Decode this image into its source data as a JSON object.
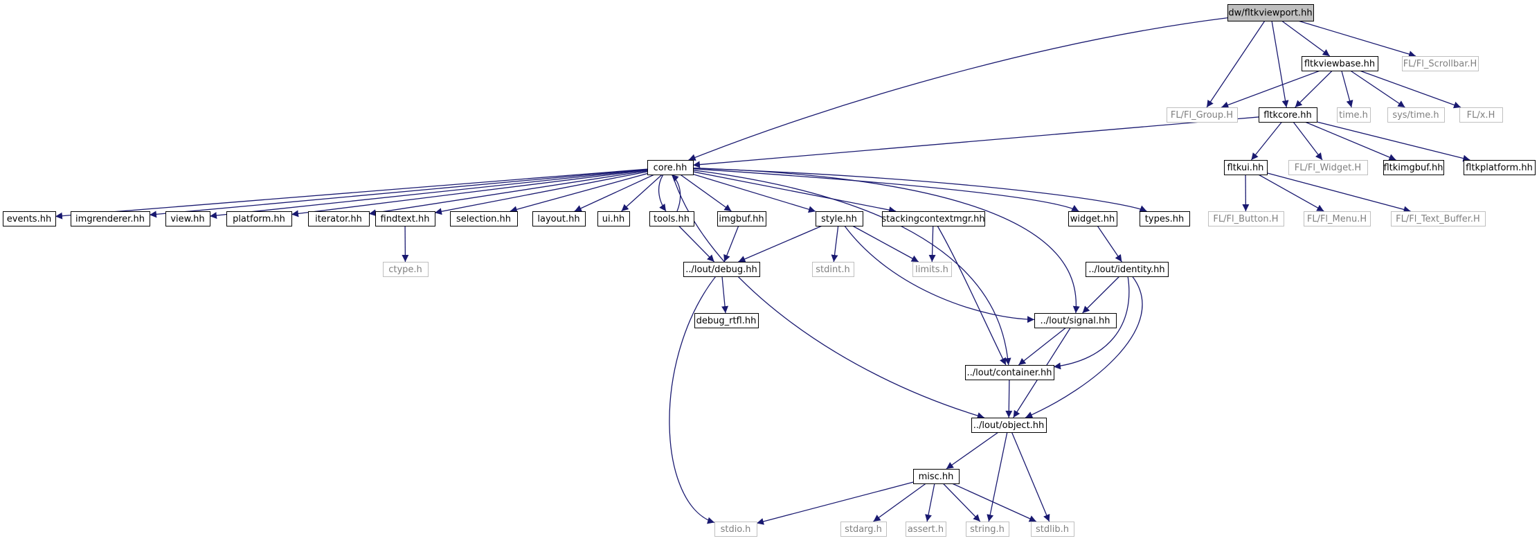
{
  "colors": {
    "edge": "#191970",
    "node_border": "#000000",
    "external_border": "#bfbfbf",
    "root_fill": "#bfbfbf",
    "node_fill": "#ffffff",
    "external_text": "#7f7f7f"
  },
  "nodes": [
    {
      "id": "n0",
      "label": "dw/fltkviewport.hh",
      "kind": "root"
    },
    {
      "id": "n1",
      "label": "core.hh",
      "kind": "file"
    },
    {
      "id": "n2",
      "label": "FL/Fl_Group.H",
      "kind": "external"
    },
    {
      "id": "n3",
      "label": "fltkcore.hh",
      "kind": "file"
    },
    {
      "id": "n4",
      "label": "fltkviewbase.hh",
      "kind": "file"
    },
    {
      "id": "n5",
      "label": "FL/Fl_Scrollbar.H",
      "kind": "external"
    },
    {
      "id": "n6",
      "label": "time.h",
      "kind": "external"
    },
    {
      "id": "n7",
      "label": "sys/time.h",
      "kind": "external"
    },
    {
      "id": "n8",
      "label": "FL/x.H",
      "kind": "external"
    },
    {
      "id": "n9",
      "label": "events.hh",
      "kind": "file"
    },
    {
      "id": "n10",
      "label": "imgrenderer.hh",
      "kind": "file"
    },
    {
      "id": "n11",
      "label": "view.hh",
      "kind": "file"
    },
    {
      "id": "n12",
      "label": "platform.hh",
      "kind": "file"
    },
    {
      "id": "n13",
      "label": "iterator.hh",
      "kind": "file"
    },
    {
      "id": "n14",
      "label": "findtext.hh",
      "kind": "file"
    },
    {
      "id": "n15",
      "label": "selection.hh",
      "kind": "file"
    },
    {
      "id": "n16",
      "label": "layout.hh",
      "kind": "file"
    },
    {
      "id": "n17",
      "label": "ui.hh",
      "kind": "file"
    },
    {
      "id": "n18",
      "label": "tools.hh",
      "kind": "file"
    },
    {
      "id": "n19",
      "label": "imgbuf.hh",
      "kind": "file"
    },
    {
      "id": "n20",
      "label": "style.hh",
      "kind": "file"
    },
    {
      "id": "n21",
      "label": "stackingcontextmgr.hh",
      "kind": "file"
    },
    {
      "id": "n22",
      "label": "widget.hh",
      "kind": "file"
    },
    {
      "id": "n23",
      "label": "types.hh",
      "kind": "file"
    },
    {
      "id": "n24",
      "label": "fltkui.hh",
      "kind": "file"
    },
    {
      "id": "n25",
      "label": "FL/Fl_Widget.H",
      "kind": "external"
    },
    {
      "id": "n26",
      "label": "fltkimgbuf.hh",
      "kind": "file"
    },
    {
      "id": "n27",
      "label": "fltkplatform.hh",
      "kind": "file"
    },
    {
      "id": "n28",
      "label": "ctype.h",
      "kind": "external"
    },
    {
      "id": "n29",
      "label": "../lout/debug.hh",
      "kind": "file"
    },
    {
      "id": "n30",
      "label": "stdint.h",
      "kind": "external"
    },
    {
      "id": "n31",
      "label": "limits.h",
      "kind": "external"
    },
    {
      "id": "n32",
      "label": "../lout/identity.hh",
      "kind": "file"
    },
    {
      "id": "n33",
      "label": "FL/Fl_Button.H",
      "kind": "external"
    },
    {
      "id": "n34",
      "label": "FL/Fl_Menu.H",
      "kind": "external"
    },
    {
      "id": "n35",
      "label": "FL/Fl_Text_Buffer.H",
      "kind": "external"
    },
    {
      "id": "n36",
      "label": "debug_rtfl.hh",
      "kind": "file"
    },
    {
      "id": "n37",
      "label": "../lout/signal.hh",
      "kind": "file"
    },
    {
      "id": "n38",
      "label": "../lout/container.hh",
      "kind": "file"
    },
    {
      "id": "n39",
      "label": "../lout/object.hh",
      "kind": "file"
    },
    {
      "id": "n40",
      "label": "misc.hh",
      "kind": "file"
    },
    {
      "id": "n41",
      "label": "stdio.h",
      "kind": "external"
    },
    {
      "id": "n42",
      "label": "stdarg.h",
      "kind": "external"
    },
    {
      "id": "n43",
      "label": "assert.h",
      "kind": "external"
    },
    {
      "id": "n44",
      "label": "string.h",
      "kind": "external"
    },
    {
      "id": "n45",
      "label": "stdlib.h",
      "kind": "external"
    }
  ],
  "edges": [
    [
      "n0",
      "n1"
    ],
    [
      "n0",
      "n2"
    ],
    [
      "n0",
      "n3"
    ],
    [
      "n0",
      "n4"
    ],
    [
      "n0",
      "n5"
    ],
    [
      "n4",
      "n2"
    ],
    [
      "n4",
      "n3"
    ],
    [
      "n4",
      "n6"
    ],
    [
      "n4",
      "n7"
    ],
    [
      "n4",
      "n8"
    ],
    [
      "n3",
      "n1"
    ],
    [
      "n3",
      "n24"
    ],
    [
      "n3",
      "n25"
    ],
    [
      "n3",
      "n26"
    ],
    [
      "n3",
      "n27"
    ],
    [
      "n1",
      "n9"
    ],
    [
      "n1",
      "n10"
    ],
    [
      "n1",
      "n11"
    ],
    [
      "n1",
      "n12"
    ],
    [
      "n1",
      "n13"
    ],
    [
      "n1",
      "n14"
    ],
    [
      "n1",
      "n15"
    ],
    [
      "n1",
      "n16"
    ],
    [
      "n1",
      "n17"
    ],
    [
      "n1",
      "n18"
    ],
    [
      "n1",
      "n19"
    ],
    [
      "n1",
      "n20"
    ],
    [
      "n1",
      "n21"
    ],
    [
      "n1",
      "n22"
    ],
    [
      "n1",
      "n23"
    ],
    [
      "n1",
      "n37"
    ],
    [
      "n1",
      "n38"
    ],
    [
      "n1",
      "n39"
    ],
    [
      "n18",
      "n1"
    ],
    [
      "n18",
      "n29"
    ],
    [
      "n14",
      "n28"
    ],
    [
      "n19",
      "n29"
    ],
    [
      "n20",
      "n29"
    ],
    [
      "n20",
      "n30"
    ],
    [
      "n20",
      "n31"
    ],
    [
      "n20",
      "n37"
    ],
    [
      "n21",
      "n31"
    ],
    [
      "n21",
      "n38"
    ],
    [
      "n22",
      "n32"
    ],
    [
      "n24",
      "n33"
    ],
    [
      "n24",
      "n34"
    ],
    [
      "n24",
      "n35"
    ],
    [
      "n29",
      "n36"
    ],
    [
      "n29",
      "n41"
    ],
    [
      "n32",
      "n37"
    ],
    [
      "n32",
      "n38"
    ],
    [
      "n32",
      "n39"
    ],
    [
      "n37",
      "n38"
    ],
    [
      "n37",
      "n39"
    ],
    [
      "n38",
      "n39"
    ],
    [
      "n39",
      "n40"
    ],
    [
      "n39",
      "n44"
    ],
    [
      "n39",
      "n45"
    ],
    [
      "n40",
      "n41"
    ],
    [
      "n40",
      "n42"
    ],
    [
      "n40",
      "n43"
    ],
    [
      "n40",
      "n44"
    ],
    [
      "n40",
      "n45"
    ]
  ]
}
